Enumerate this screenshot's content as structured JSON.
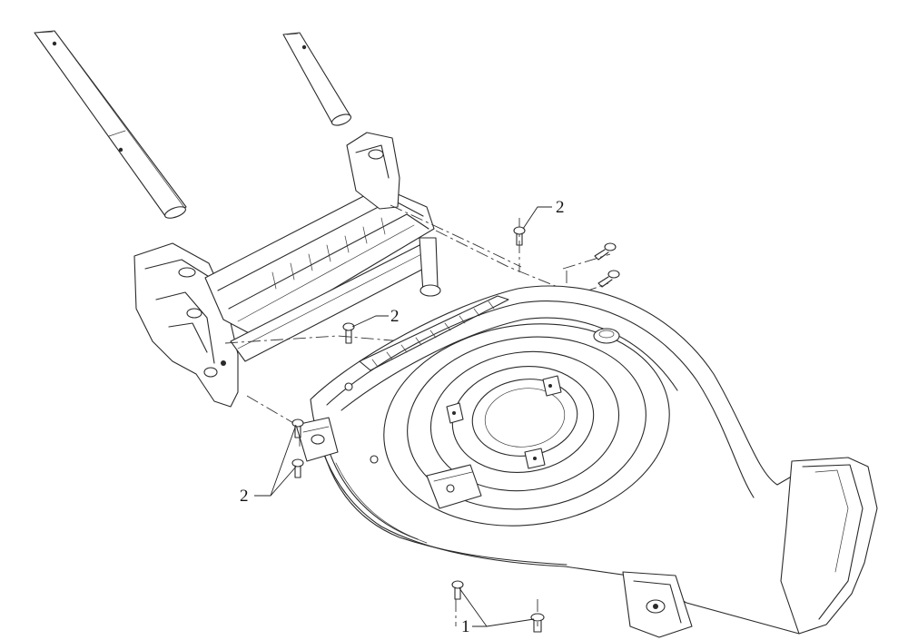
{
  "callouts": {
    "c1": "1",
    "c2_top": "2",
    "c2_mid": "2",
    "c2_left": "2"
  }
}
